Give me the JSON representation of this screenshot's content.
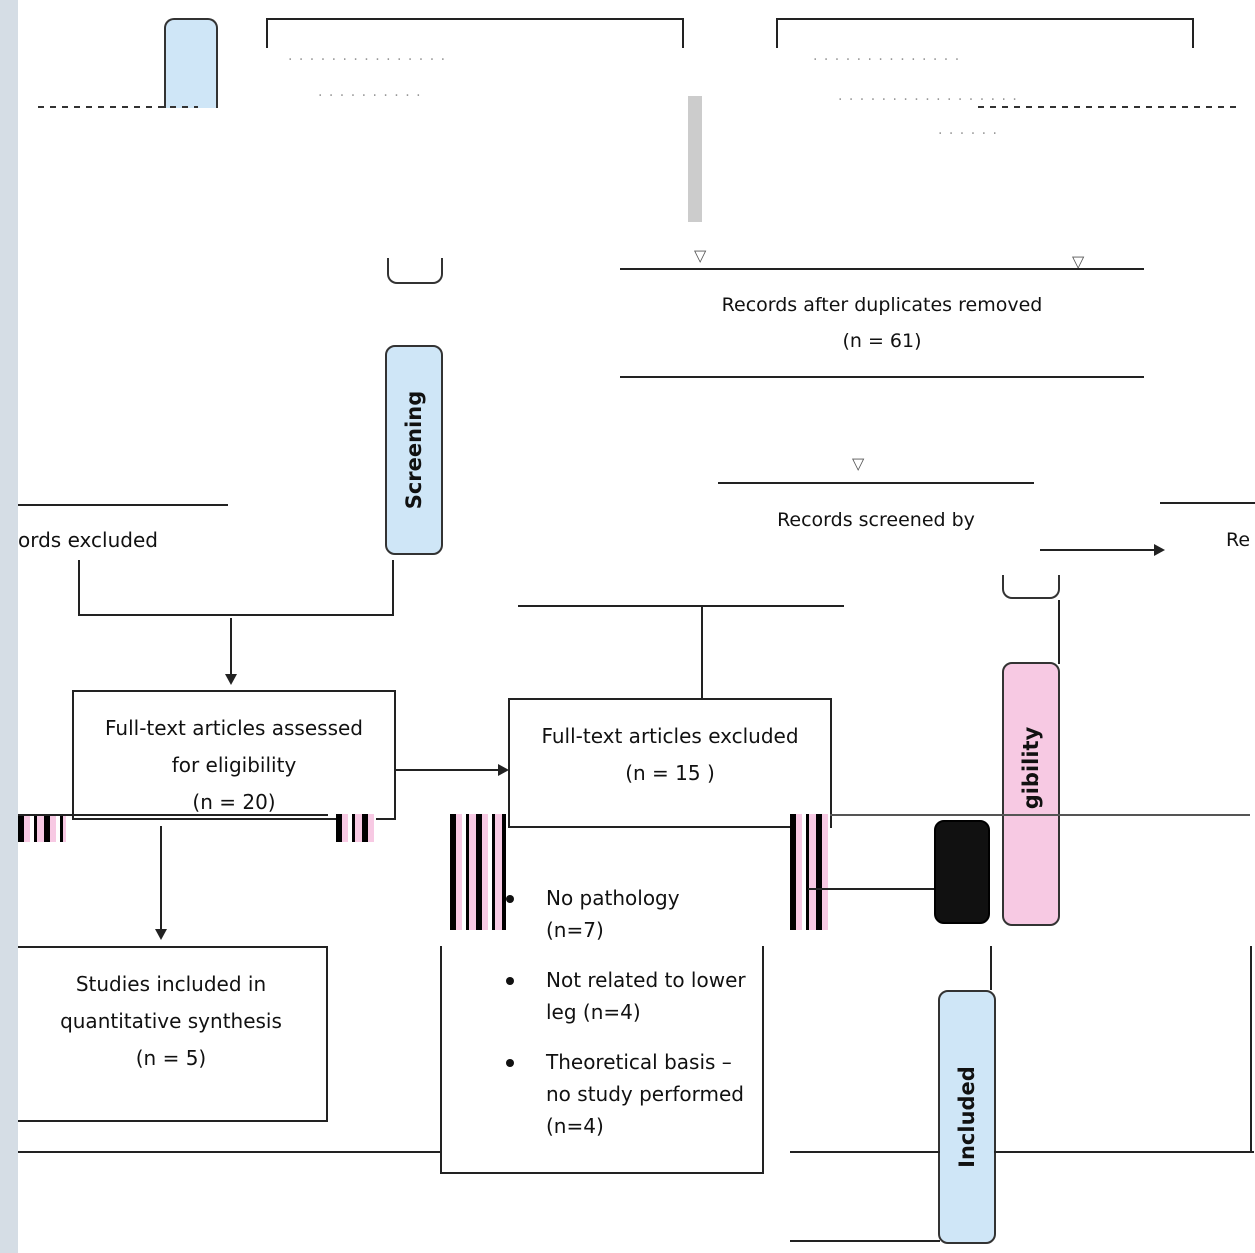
{
  "stages": {
    "identification": "",
    "screening": "Screening",
    "eligibility": "gibility",
    "included": "Included"
  },
  "boxes": {
    "after_duplicates": {
      "line1": "Records after duplicates removed",
      "line2": "(n = 61)"
    },
    "screened": {
      "line1": "Records screened by"
    },
    "excluded_records": {
      "line1": "ords excluded"
    },
    "right_cut": {
      "line1": "Re"
    },
    "fulltext_assessed": {
      "line1": "Full-text articles assessed",
      "line2": "for eligibility",
      "line3": "(n = 20)"
    },
    "fulltext_excluded": {
      "line1": "Full-text articles excluded",
      "line2": "(n = 15 )"
    },
    "included_studies": {
      "line1": "Studies included in",
      "line2": "quantitative synthesis",
      "line3": "(n = 5)"
    }
  },
  "exclusion_reasons": [
    {
      "text": "No pathology",
      "count": "(n=7)"
    },
    {
      "text": "Not related to lower leg (n=4)"
    },
    {
      "text": "Theoretical basis – no study performed (n=4)"
    }
  ],
  "colors": {
    "stage_blue": "#cfe6f7",
    "stage_pink": "#f7c9e3",
    "background": "#d5dde5"
  }
}
